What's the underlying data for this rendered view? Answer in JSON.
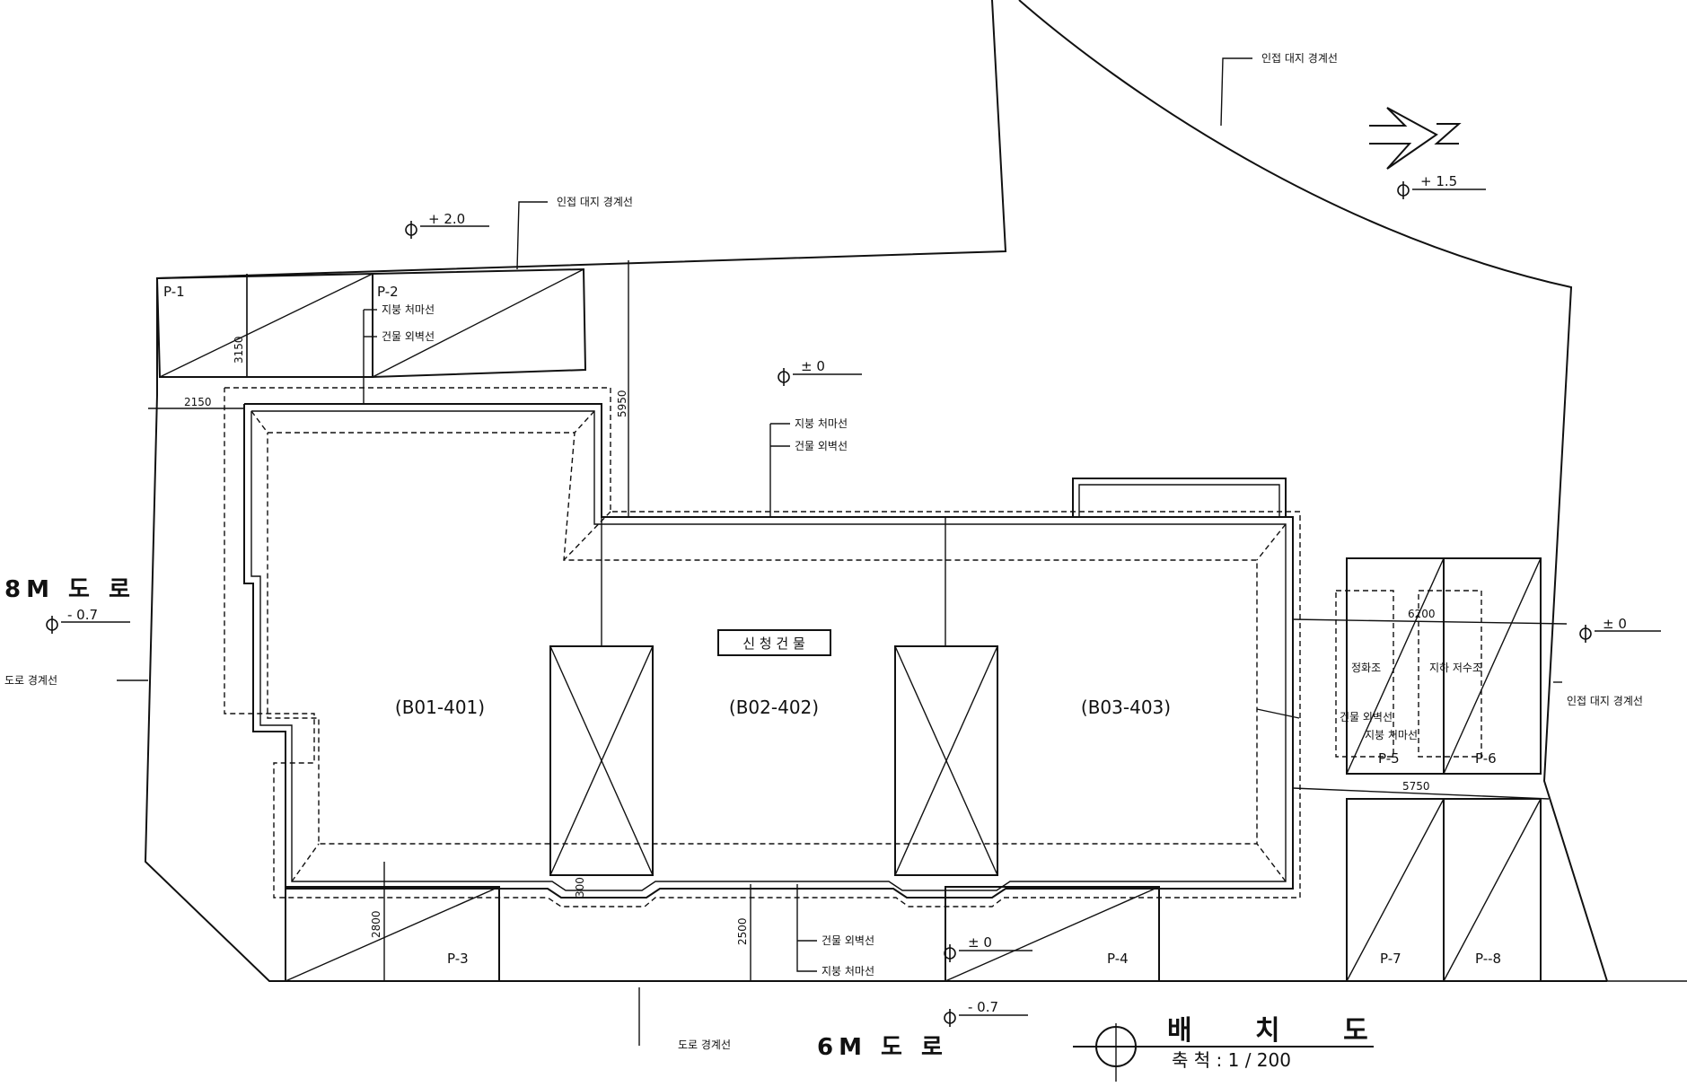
{
  "title": "배 치 도",
  "scale": "축 척 :   1 / 200",
  "building_label": "신 청 건 물",
  "units": [
    {
      "id": "(B01-401)"
    },
    {
      "id": "(B02-402)"
    },
    {
      "id": "(B03-403)"
    }
  ],
  "parking": [
    "P-1",
    "P-2",
    "P-3",
    "P-4",
    "P-5",
    "P-6",
    "P-7",
    "P--8"
  ],
  "roads": {
    "left": "8M 도 로",
    "bottom": "6M 도 로"
  },
  "elevations": {
    "top_left": "+ 2.0",
    "top_right": "+ 1.5",
    "center": "± 0",
    "left_road": "- 0.7",
    "right": "± 0",
    "bottom_mid": "± 0",
    "bottom": "- 0.7"
  },
  "callouts": {
    "adjacent_boundary_top_right": "인접 대지 경계선",
    "adjacent_boundary_top": "인접 대지 경계선",
    "adjacent_boundary_right": "인접 대지 경계선",
    "road_boundary_left": "도로 경계선",
    "road_boundary_bottom": "도로 경계선",
    "roof_eave_1": "지붕 처마선",
    "wall_line_1": "건물 외벽선",
    "roof_eave_2": "지붕 처마선",
    "wall_line_2": "건물 외벽선",
    "wall_line_3": "건물 외벽선",
    "roof_eave_3": "지붕 처마선",
    "wall_line_4": "건물 외벽선",
    "roof_eave_4": "지붕 처마선",
    "septic": "정화조",
    "underground_tank": "지하 저수조"
  },
  "dimensions": {
    "d3150": "3150",
    "d2150": "2150",
    "d5950": "5950",
    "d2800": "2800",
    "d2500": "2500",
    "d300": "300",
    "d6200": "6200",
    "d5750": "5750"
  }
}
